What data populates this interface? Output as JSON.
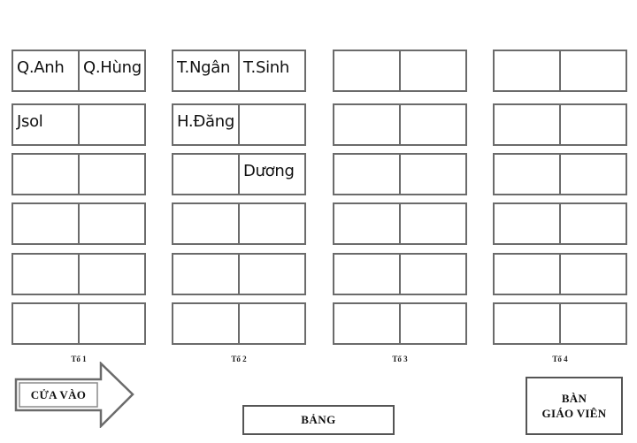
{
  "groups": [
    {
      "label": "Tổ 1",
      "desks": [
        [
          "Q.Anh",
          "Q.Hùng"
        ],
        [
          "Jsol",
          ""
        ],
        [
          "",
          ""
        ],
        [
          "",
          ""
        ],
        [
          "",
          ""
        ],
        [
          "",
          ""
        ]
      ]
    },
    {
      "label": "Tổ 2",
      "desks": [
        [
          "T.Ngân",
          "T.Sinh"
        ],
        [
          "H.Đăng",
          ""
        ],
        [
          "",
          "Dương"
        ],
        [
          "",
          ""
        ],
        [
          "",
          ""
        ],
        [
          "",
          ""
        ]
      ]
    },
    {
      "label": "Tổ 3",
      "desks": [
        [
          "",
          ""
        ],
        [
          "",
          ""
        ],
        [
          "",
          ""
        ],
        [
          "",
          ""
        ],
        [
          "",
          ""
        ],
        [
          "",
          ""
        ]
      ]
    },
    {
      "label": "Tổ 4",
      "desks": [
        [
          "",
          ""
        ],
        [
          "",
          ""
        ],
        [
          "",
          ""
        ],
        [
          "",
          ""
        ],
        [
          "",
          ""
        ],
        [
          "",
          ""
        ]
      ]
    }
  ],
  "door": {
    "label": "CỬA VÀO"
  },
  "board": {
    "label": "BẢNG"
  },
  "teacher_desk": {
    "line1": "BÀN",
    "line2": "GIÁO VIÊN"
  }
}
